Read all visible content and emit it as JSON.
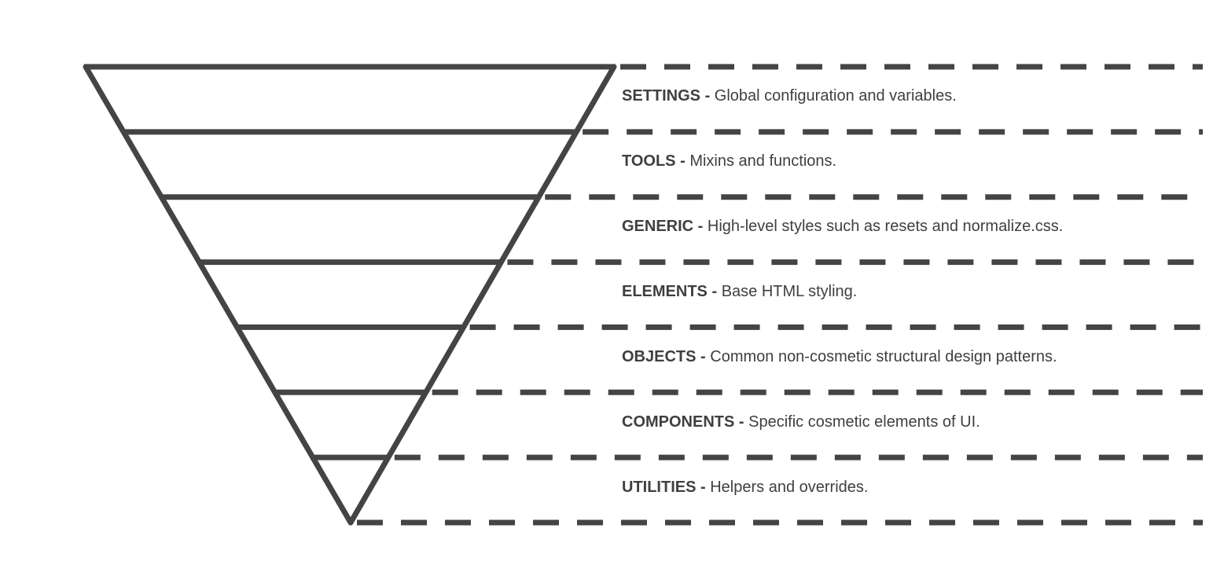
{
  "diagram": {
    "title": "",
    "stroke_color": "#444444",
    "text_color": "#3f3f3f",
    "background": "#ffffff",
    "layers": [
      {
        "name": "SETTINGS",
        "separator": " - ",
        "description": "Global configuration and variables."
      },
      {
        "name": "TOOLS",
        "separator": " - ",
        "description": "Mixins and functions."
      },
      {
        "name": "GENERIC",
        "separator": " - ",
        "description": "High-level styles such as resets and normalize.css."
      },
      {
        "name": "ELEMENTS",
        "separator": " - ",
        "description": "Base HTML styling."
      },
      {
        "name": "OBJECTS",
        "separator": " - ",
        "description": "Common non-cosmetic structural design patterns."
      },
      {
        "name": "COMPONENTS",
        "separator": " - ",
        "description": "Specific cosmetic elements of UI."
      },
      {
        "name": "UTILITIES",
        "separator": " - ",
        "description": "Helpers and overrides."
      }
    ]
  }
}
